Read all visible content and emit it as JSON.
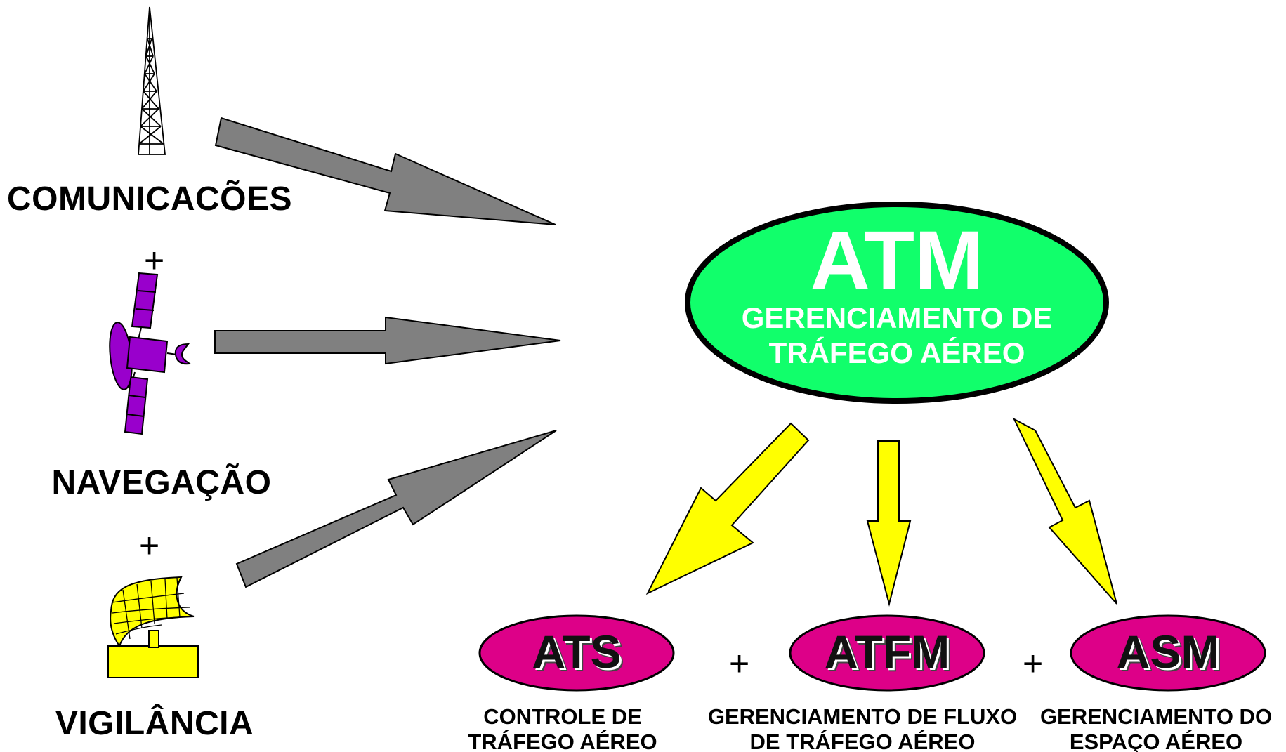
{
  "sources": [
    {
      "id": "comunicacoes",
      "label": "COMUNICACÕES",
      "icon": "radio-tower-icon"
    },
    {
      "id": "navegacao",
      "label": "NAVEGAÇÃO",
      "icon": "satellite-icon"
    },
    {
      "id": "vigilancia",
      "label": "VIGILÂNCIA",
      "icon": "radar-antenna-icon"
    }
  ],
  "plus_sign": "+",
  "atm": {
    "title": "ATM",
    "subtitle_line1": "GERENCIAMENTO DE",
    "subtitle_line2": "TRÁFEGO AÉREO",
    "fill_color": "#11ff6b"
  },
  "components": [
    {
      "id": "ats",
      "title": "ATS",
      "desc_line1": "CONTROLE DE",
      "desc_line2": "TRÁFEGO AÉREO"
    },
    {
      "id": "atfm",
      "title": "ATFM",
      "desc_line1": "GERENCIAMENTO DE FLUXO",
      "desc_line2": "DE TRÁFEGO AÉREO"
    },
    {
      "id": "asm",
      "title": "ASM",
      "desc_line1": "GERENCIAMENTO  DO",
      "desc_line2": "ESPAÇO AÉREO"
    }
  ],
  "colors": {
    "gray_arrow": "#808080",
    "yellow_arrow": "#ffff00",
    "component_fill": "#dd0088",
    "satellite": "#9900cc",
    "radar": "#ffff00"
  }
}
